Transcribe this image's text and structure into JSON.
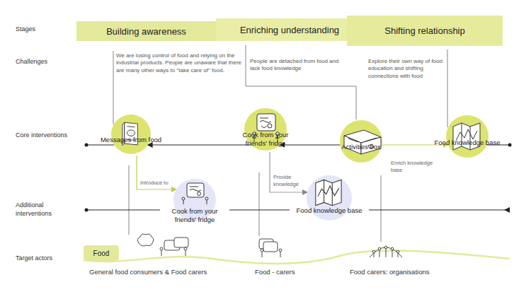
{
  "diagram": {
    "nodes": [
      {
        "text": [
          "Building awareness"
        ]
      },
      {
        "text": [
          "Enriching understanding"
        ]
      },
      {
        "text": [
          "Shifting relationship"
        ]
      },
      {
        "text": [
          "Messages from food"
        ]
      },
      {
        "text": [
          "Cook from your friends' fridge"
        ]
      },
      {
        "text": [
          "Activities box"
        ]
      },
      {
        "text": [
          "Food knowledge base"
        ]
      },
      {
        "text": [
          "Cook from your friends' fridge"
        ]
      },
      {
        "text": [
          "Food knowledge base"
        ]
      },
      {
        "text": [
          "Food"
        ]
      }
    ],
    "edges": [
      {
        "from": 4,
        "to": 3,
        "arrow": "to"
      },
      {
        "from": 5,
        "to": 4,
        "arrow": "to"
      },
      {
        "from": 5,
        "to": 6,
        "label": "Enrich knowledge base",
        "arrow": "to"
      },
      {
        "from": 3,
        "to": 7,
        "label": "Introduce to",
        "arrow": "to"
      },
      {
        "from": 4,
        "to": 8,
        "label": "Provide knowledge",
        "arrow": "to"
      }
    ],
    "labels": [
      "Stages",
      "Challenges",
      "Core interventions",
      "Additional interventions",
      "Target actors",
      "We are losing control of food and relying on the industrial products. People are unaware that there are many other ways to \"take care of\" food.",
      "People are detached from food and lack food knowledge",
      "Explore their own way of food education and shifting connections with food",
      "General food consumers & Food carers",
      "Food - carers",
      "Food carers: organisations"
    ]
  }
}
